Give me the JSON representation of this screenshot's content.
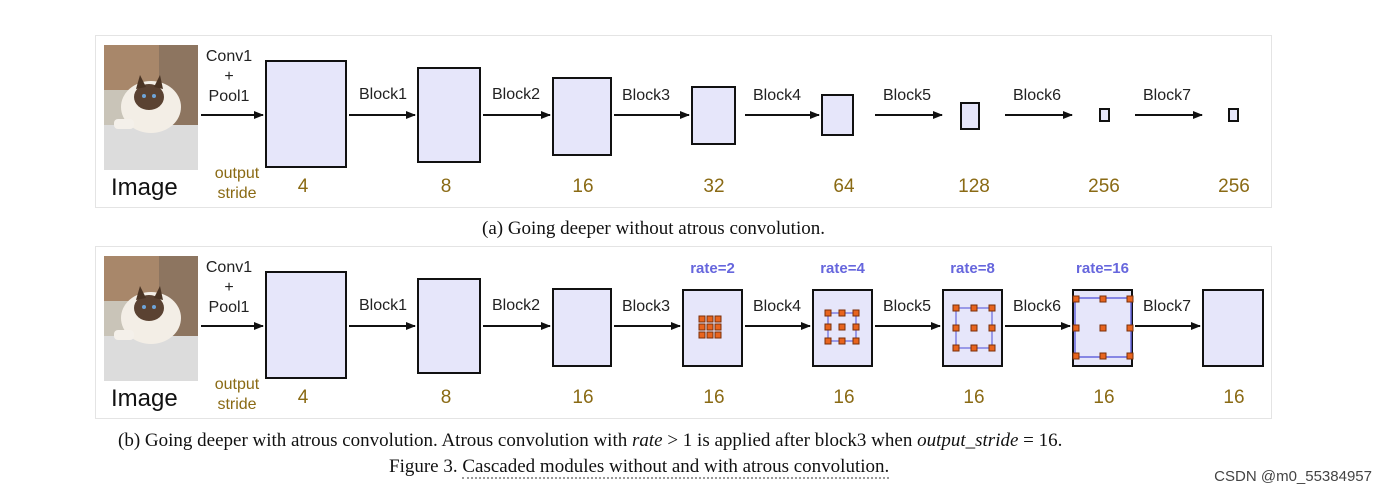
{
  "panel_a": {
    "image_label": "Image",
    "first_stage": [
      "Conv1",
      "+",
      "Pool1"
    ],
    "output_stride_label": [
      "output",
      "stride"
    ],
    "blocks": [
      "Block1",
      "Block2",
      "Block3",
      "Block4",
      "Block5",
      "Block6",
      "Block7"
    ],
    "strides": [
      "4",
      "8",
      "16",
      "32",
      "64",
      "128",
      "256",
      "256"
    ],
    "caption": "(a) Going deeper without atrous convolution."
  },
  "panel_b": {
    "image_label": "Image",
    "first_stage": [
      "Conv1",
      "+",
      "Pool1"
    ],
    "output_stride_label": [
      "output",
      "stride"
    ],
    "blocks": [
      "Block1",
      "Block2",
      "Block3",
      "Block4",
      "Block5",
      "Block6",
      "Block7"
    ],
    "strides": [
      "4",
      "8",
      "16",
      "16",
      "16",
      "16",
      "16",
      "16"
    ],
    "rates": [
      "rate=2",
      "rate=4",
      "rate=8",
      "rate=16"
    ],
    "caption_parts": {
      "pre": "(b) Going deeper with atrous convolution. Atrous convolution with ",
      "var1": "rate",
      "mid": " > 1 is applied after block3 when ",
      "var2": "output_stride",
      "post": " = 16."
    }
  },
  "figure_title": {
    "prefix": "Figure 3. ",
    "text": "Cascaded modules without and with atrous convolution."
  },
  "watermark": "CSDN @m0_55384957",
  "colors": {
    "box_fill": "#e6e6fa",
    "stride_text": "#8a6a14",
    "rate_text": "#6666dd",
    "kernel_dot": "#e8641e"
  }
}
